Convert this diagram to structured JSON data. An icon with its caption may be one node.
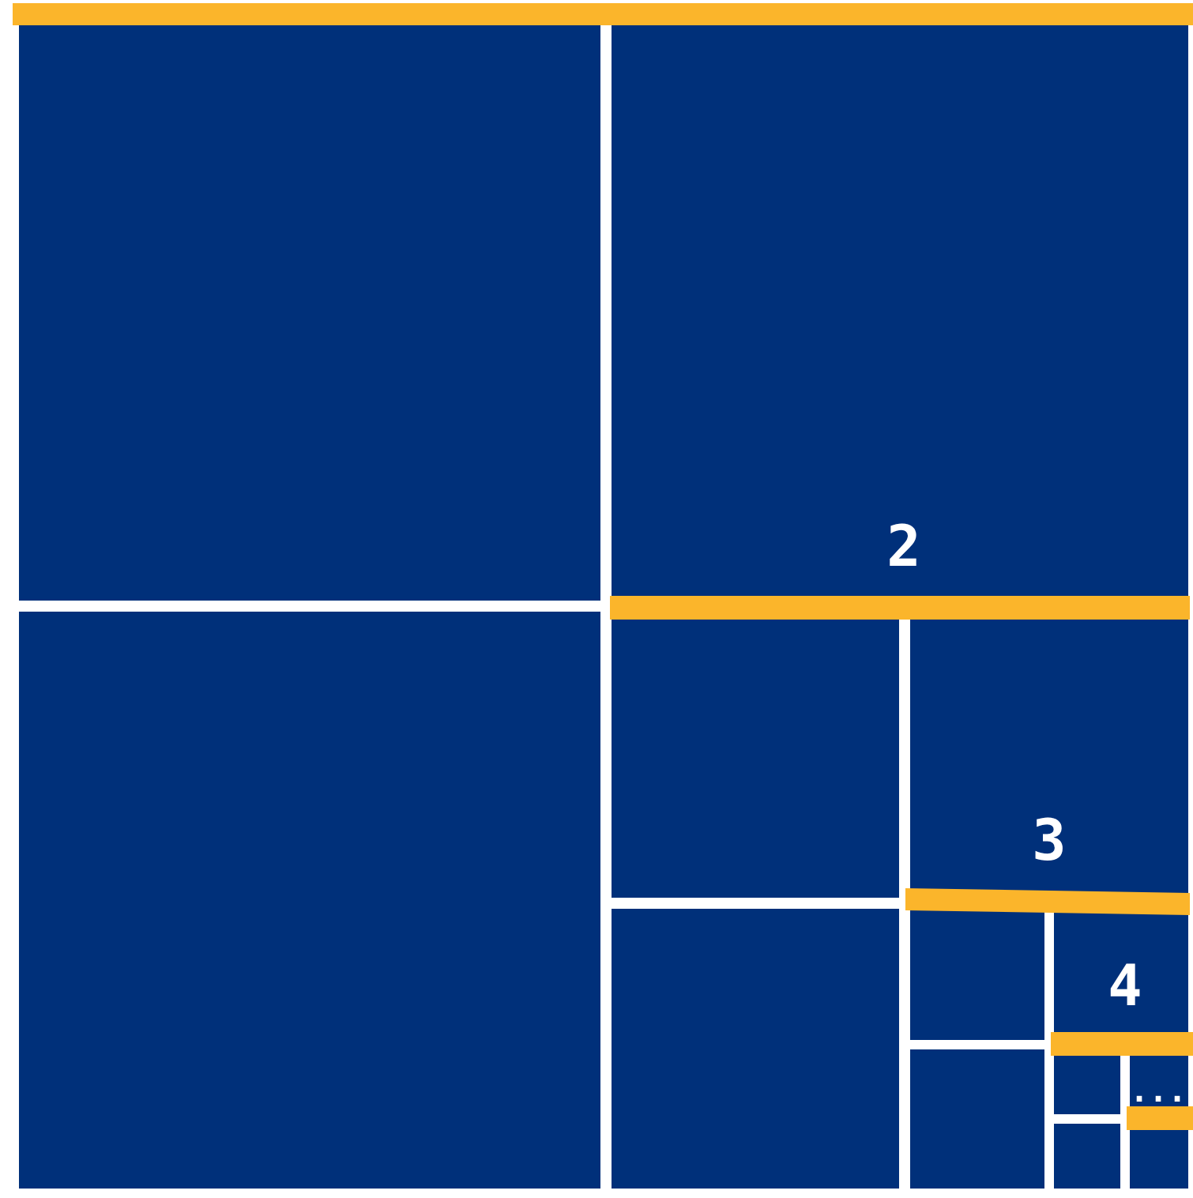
{
  "diagram": {
    "labels": [
      "2",
      "3",
      "4",
      "..."
    ]
  }
}
